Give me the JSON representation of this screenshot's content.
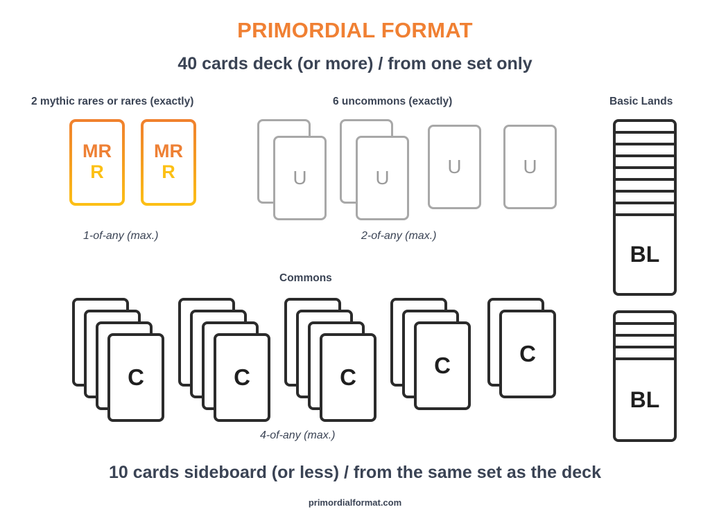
{
  "header": {
    "title": "PRIMORDIAL FORMAT",
    "subtitle": "40 cards deck (or more) / from one set only"
  },
  "footer": {
    "rule": "10 cards sideboard (or less) / from the same set as the deck",
    "site": "primordialformat.com"
  },
  "sections": {
    "rares": {
      "label": "2 mythic rares or rares (exactly)",
      "caption": "1-of-any (max.)",
      "card_top": "MR",
      "card_bottom": "R",
      "color_top": "#ee8034",
      "color_bottom": "#fcc015",
      "count": 2
    },
    "uncommons": {
      "label": "6 uncommons (exactly)",
      "caption": "2-of-any (max.)",
      "glyph": "U",
      "color": "#9b9b9b",
      "groups": [
        2,
        2,
        1,
        1
      ],
      "total": 6
    },
    "commons": {
      "label": "Commons",
      "caption": "4-of-any (max.)",
      "glyph": "C",
      "color": "#1f1f1f",
      "groups": [
        4,
        4,
        4,
        3,
        2
      ]
    },
    "basic_lands": {
      "label": "Basic Lands",
      "glyph": "BL",
      "color": "#1f1f1f",
      "stacks": [
        {
          "slices": 8
        },
        {
          "slices": 4
        }
      ]
    }
  },
  "theme": {
    "accent": "#f08033",
    "text": "#3a4354",
    "gray": "#a8a8a8",
    "dark": "#2b2b2b",
    "background": "#ffffff"
  }
}
